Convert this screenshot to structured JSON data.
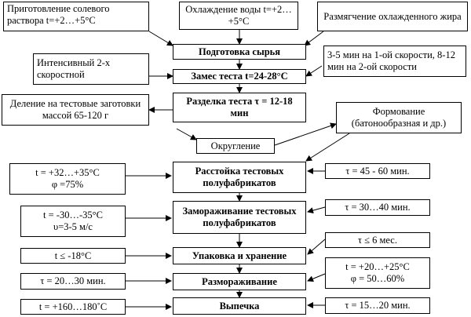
{
  "inputs": {
    "brine": "Приготовление солевого раствора     t=+2…+5°С",
    "water": "Охлаждение воды t=+2…+5°С",
    "fat": "Размягчение охлажденного жира",
    "mixer": "Интенсивный 2-х скоростной",
    "speeds": "3-5 мин на 1-ой скорости, 8-12 мин на 2-ой скорости",
    "dividing": "Деление на тестовые заготовки массой 65-120 г",
    "rounding": "Округление",
    "shaping": "Формование (батонообразная и др.)"
  },
  "steps": [
    {
      "label": "Подготовка сырья"
    },
    {
      "label": "Замес теста t=24-28°С"
    },
    {
      "label": "Разделка теста τ = 12-18 мин"
    },
    {
      "label": "Расстойка тестовых полуфабрикатов"
    },
    {
      "label": "Замораживание тестовых полуфабрикатов"
    },
    {
      "label": "Упаковка и хранение"
    },
    {
      "label": "Размораживание"
    },
    {
      "label": "Выпечка"
    }
  ],
  "left_params": [
    "t = +32…+35°С\nφ =75%",
    "t = -30…-35°С\nυ=3-5 м/с",
    "t ≤ -18°С",
    "τ = 20…30 мин.",
    "t = +160…180˚С"
  ],
  "right_params": [
    "τ = 45 - 60 мин.",
    "τ = 30…40 мин.",
    "τ ≤ 6 мес.",
    "t = +20…+25°С\nφ = 50…60%",
    "τ = 15…20 мин."
  ]
}
